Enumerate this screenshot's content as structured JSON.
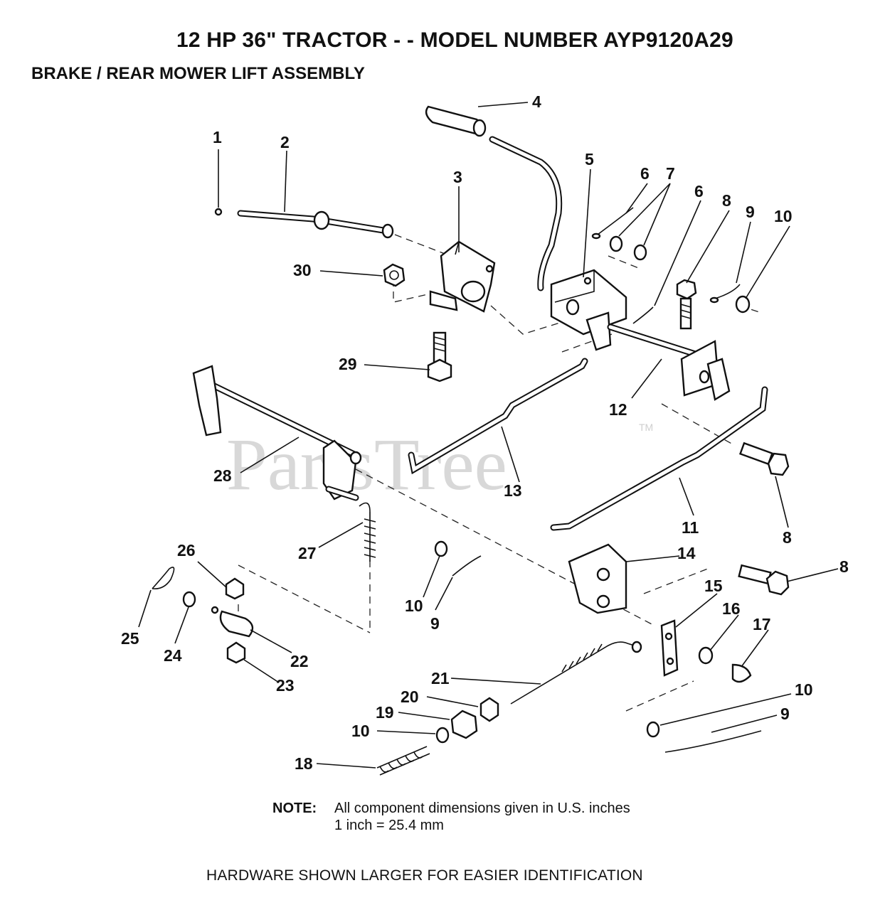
{
  "header": {
    "title": "12 HP 36\" TRACTOR - - MODEL NUMBER AYP9120A29",
    "subtitle": "BRAKE / REAR MOWER LIFT ASSEMBLY"
  },
  "watermark": {
    "text": "PartsTree",
    "trademark": "TM"
  },
  "callouts": [
    "1",
    "2",
    "3",
    "4",
    "5",
    "6",
    "7",
    "6",
    "8",
    "9",
    "10",
    "30",
    "29",
    "12",
    "28",
    "13",
    "11",
    "8",
    "27",
    "26",
    "10",
    "9",
    "14",
    "8",
    "15",
    "16",
    "17",
    "25",
    "24",
    "22",
    "23",
    "21",
    "20",
    "19",
    "10",
    "18",
    "10",
    "9"
  ],
  "note": {
    "label": "NOTE:",
    "line1": "All component dimensions given in U.S. inches",
    "line2": "1 inch = 25.4 mm"
  },
  "footer": "HARDWARE SHOWN LARGER FOR EASIER IDENTIFICATION"
}
